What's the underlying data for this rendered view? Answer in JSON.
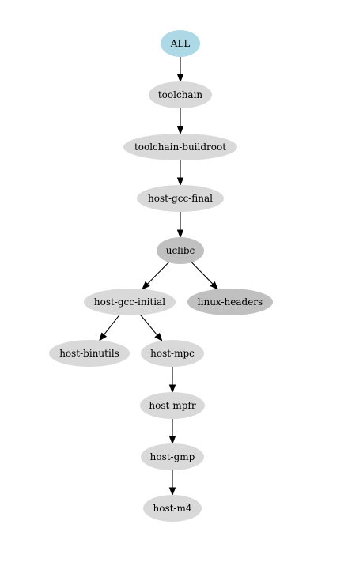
{
  "colors": {
    "root": "#add8e6",
    "default": "#d9d9d9",
    "dark": "#c0c0c0",
    "edge": "#000000"
  },
  "nodes": [
    {
      "id": "all",
      "label": "ALL",
      "style": "root"
    },
    {
      "id": "toolchain",
      "label": "toolchain",
      "style": "default"
    },
    {
      "id": "toolchain-buildroot",
      "label": "toolchain-buildroot",
      "style": "default"
    },
    {
      "id": "host-gcc-final",
      "label": "host-gcc-final",
      "style": "default"
    },
    {
      "id": "uclibc",
      "label": "uclibc",
      "style": "dark"
    },
    {
      "id": "host-gcc-initial",
      "label": "host-gcc-initial",
      "style": "default"
    },
    {
      "id": "linux-headers",
      "label": "linux-headers",
      "style": "dark"
    },
    {
      "id": "host-binutils",
      "label": "host-binutils",
      "style": "default"
    },
    {
      "id": "host-mpc",
      "label": "host-mpc",
      "style": "default"
    },
    {
      "id": "host-mpfr",
      "label": "host-mpfr",
      "style": "default"
    },
    {
      "id": "host-gmp",
      "label": "host-gmp",
      "style": "default"
    },
    {
      "id": "host-m4",
      "label": "host-m4",
      "style": "default"
    }
  ],
  "edges": [
    {
      "from": "all",
      "to": "toolchain"
    },
    {
      "from": "toolchain",
      "to": "toolchain-buildroot"
    },
    {
      "from": "toolchain-buildroot",
      "to": "host-gcc-final"
    },
    {
      "from": "host-gcc-final",
      "to": "uclibc"
    },
    {
      "from": "uclibc",
      "to": "host-gcc-initial"
    },
    {
      "from": "uclibc",
      "to": "linux-headers"
    },
    {
      "from": "host-gcc-initial",
      "to": "host-binutils"
    },
    {
      "from": "host-gcc-initial",
      "to": "host-mpc"
    },
    {
      "from": "host-mpc",
      "to": "host-mpfr"
    },
    {
      "from": "host-mpfr",
      "to": "host-gmp"
    },
    {
      "from": "host-gmp",
      "to": "host-m4"
    }
  ]
}
